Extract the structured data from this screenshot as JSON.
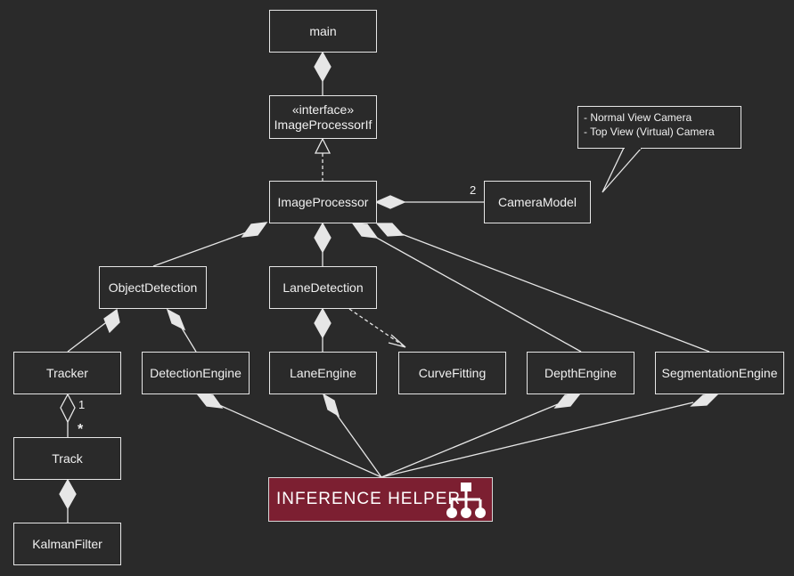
{
  "nodes": {
    "main": "main",
    "interface_stereotype": "«interface»",
    "interface_name": "ImageProcessorIf",
    "image_processor": "ImageProcessor",
    "camera_model": "CameraModel",
    "object_detection": "ObjectDetection",
    "lane_detection": "LaneDetection",
    "tracker": "Tracker",
    "detection_engine": "DetectionEngine",
    "lane_engine": "LaneEngine",
    "curve_fitting": "CurveFitting",
    "depth_engine": "DepthEngine",
    "segmentation_engine": "SegmentationEngine",
    "track": "Track",
    "kalman_filter": "KalmanFilter"
  },
  "note": {
    "lines": [
      "- Normal View Camera",
      "- Top View (Virtual) Camera"
    ]
  },
  "multiplicities": {
    "camera_count": "2",
    "tracker_track_one": "1",
    "tracker_track_many": "*"
  },
  "logo": {
    "text": "INFERENCE HELPER",
    "icon": "hierarchy-network-icon",
    "background": "#7c1f31"
  },
  "colors": {
    "background": "#2a2a2a",
    "stroke": "#e6e6e6",
    "text": "#f0f0f0"
  }
}
